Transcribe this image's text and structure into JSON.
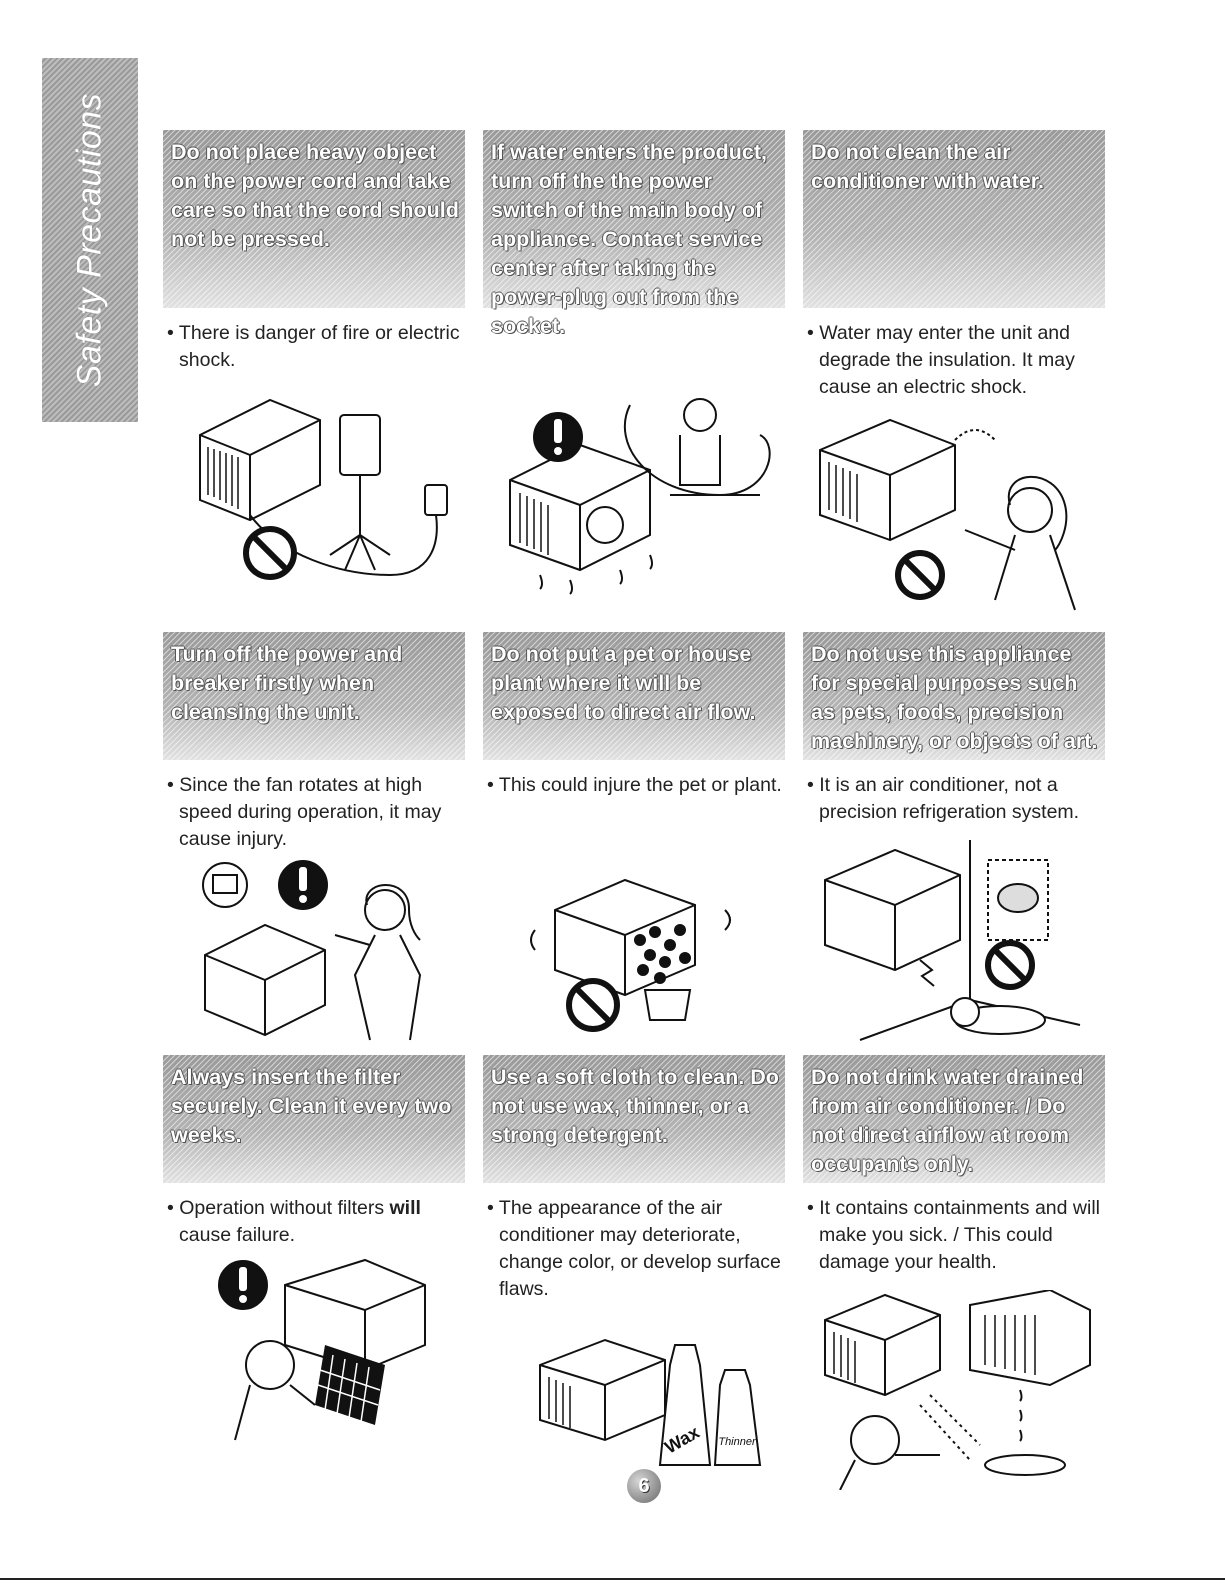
{
  "side_tab": "Safety Precautions",
  "cards": [
    {
      "heading": "Do not place heavy object on the power cord and take care so that the cord should not be pressed.",
      "bullet": "There is danger of fire or electric shock."
    },
    {
      "heading": "If water enters the product, turn off the the power switch of the main body of appliance. Contact service center after taking the power-plug out from the socket.",
      "bullet": ""
    },
    {
      "heading": "Do not clean the air conditioner with water.",
      "bullet": "Water may enter the unit and degrade the insulation. It may cause an electric shock."
    },
    {
      "heading": "Turn off the power and breaker firstly when cleansing the unit.",
      "bullet": "Since the fan rotates at high speed during operation, it may cause injury."
    },
    {
      "heading": "Do not put a pet or house plant where it will be exposed to direct air flow.",
      "bullet": "This could injure the pet or plant."
    },
    {
      "heading": "Do not use this appliance for special purposes such as pets, foods, precision machinery, or objects of art.",
      "bullet": "It is an air conditioner, not a precision refrigeration system."
    },
    {
      "heading": "Always insert the filter securely. Clean it every two weeks.",
      "bullet_pre": "Operation without filters ",
      "bullet_bold": "will",
      "bullet_post": " cause failure."
    },
    {
      "heading": "Use a soft cloth to clean. Do not use wax, thinner, or a strong detergent.",
      "bullet": "The appearance of the air conditioner may deteriorate, change color, or develop surface flaws."
    },
    {
      "heading": "Do not drink water drained from air conditioner. / Do not direct airflow at room occupants only.",
      "bullet": "It contains containments and will make you sick. / This could damage your health."
    }
  ],
  "illus_labels": {
    "wax": "Wax",
    "thinner": "Thinner"
  },
  "page_number": "6",
  "colors": {
    "heading_gray": "#a8a8a8",
    "warning_black": "#111111"
  },
  "icons": [
    "prohibition-icon",
    "exclamation-icon"
  ]
}
